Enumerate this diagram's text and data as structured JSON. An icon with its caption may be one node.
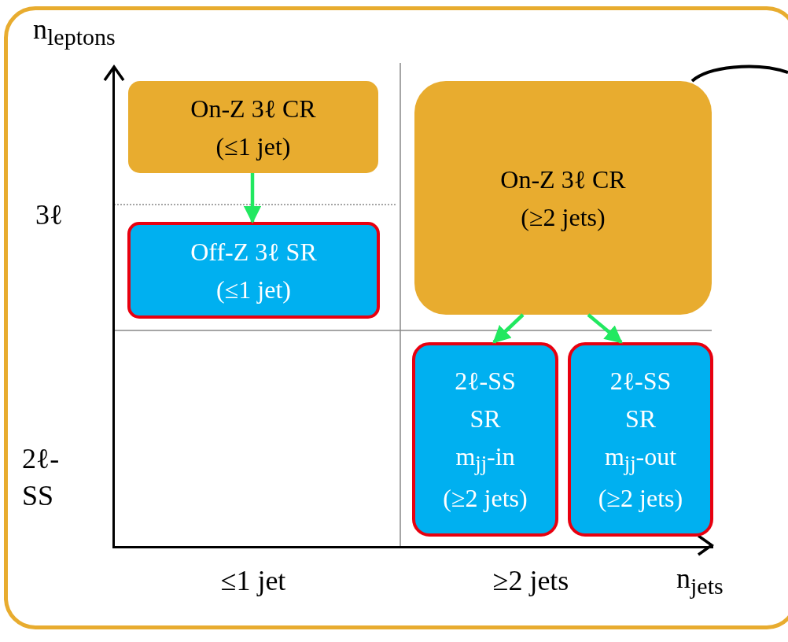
{
  "diagram": {
    "nodes": [
      {
        "text": [
          "On-Z 3ℓ CR",
          "(≤1 jet)"
        ]
      },
      {
        "text": [
          "Off-Z 3ℓ SR",
          "(≤1 jet)"
        ]
      },
      {
        "text": [
          "On-Z 3ℓ CR",
          "(≥2 jets)"
        ]
      },
      {
        "text": [
          "2ℓ-SS",
          "SR",
          "m$_{jj}$-in",
          "(≥2 jets)"
        ]
      },
      {
        "text": [
          "2ℓ-SS",
          "SR",
          "m$_{jj}$-out",
          "(≥2 jets)"
        ]
      }
    ],
    "edges": [
      {
        "from": 0,
        "to": 1,
        "arrow": "to",
        "color": "#22e860"
      },
      {
        "from": 2,
        "to": 3,
        "arrow": "to",
        "color": "#22e860"
      },
      {
        "from": 2,
        "to": 4,
        "arrow": "to",
        "color": "#22e860"
      },
      {
        "from": 2,
        "to": null,
        "arrow": "none",
        "color": "#000000"
      }
    ],
    "labels": [
      "n$_{leptons}$",
      "3ℓ",
      "2ℓ-SS",
      "≤1 jet",
      "≥2 jets",
      "n$_{jets}$"
    ]
  }
}
